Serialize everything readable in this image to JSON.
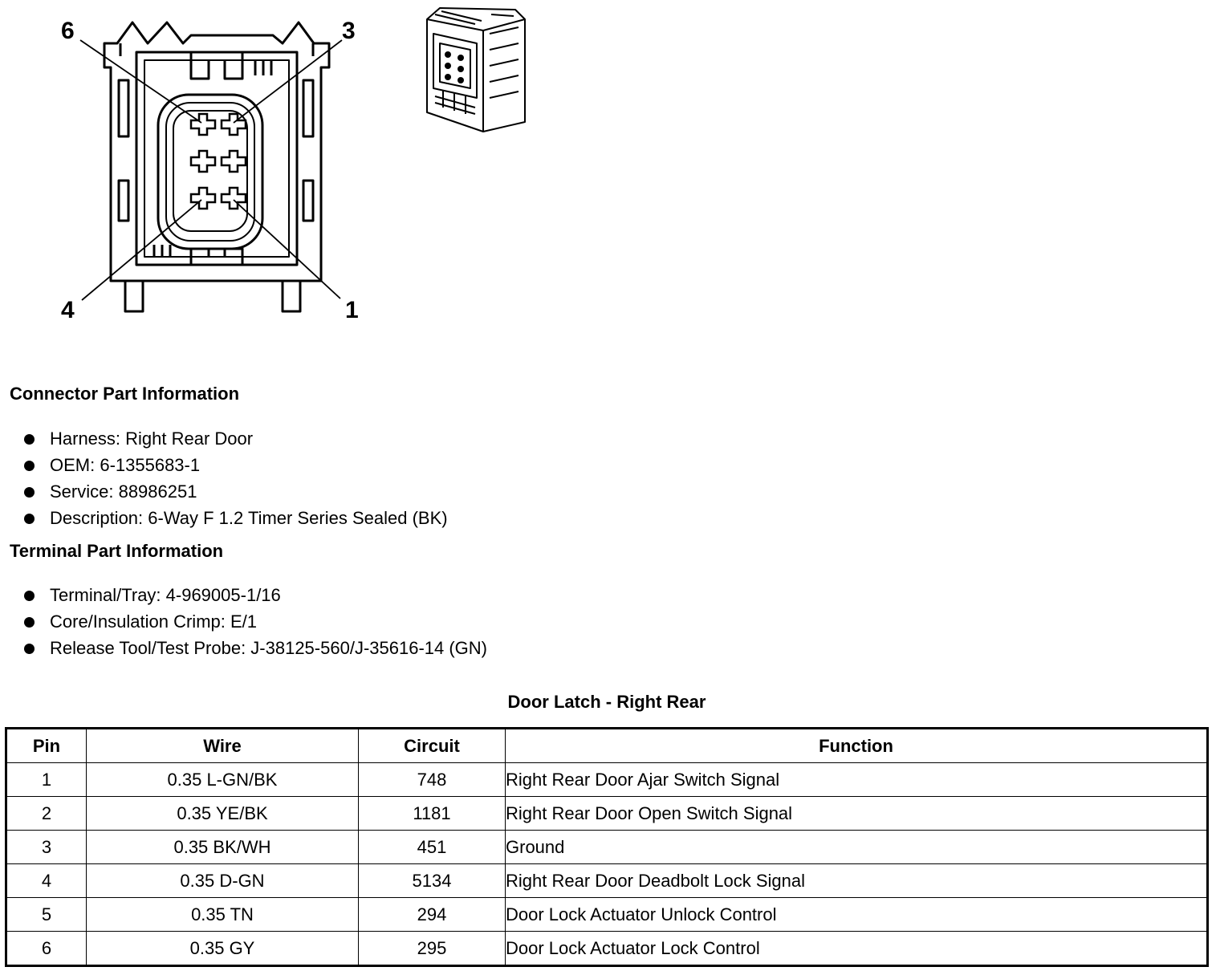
{
  "diagram": {
    "callouts": [
      "6",
      "3",
      "4",
      "1"
    ]
  },
  "connector_info": {
    "heading": "Connector Part Information",
    "items": [
      "Harness: Right Rear Door",
      "OEM: 6-1355683-1",
      "Service: 88986251",
      "Description: 6-Way F 1.2 Timer Series Sealed (BK)"
    ]
  },
  "terminal_info": {
    "heading": "Terminal Part Information",
    "items": [
      "Terminal/Tray: 4-969005-1/16",
      "Core/Insulation Crimp: E/1",
      "Release Tool/Test Probe: J-38125-560/J-35616-14 (GN)"
    ]
  },
  "pin_table": {
    "title": "Door Latch - Right Rear",
    "headers": [
      "Pin",
      "Wire",
      "Circuit",
      "Function"
    ],
    "rows": [
      [
        "1",
        "0.35 L-GN/BK",
        "748",
        "Right Rear Door Ajar Switch Signal"
      ],
      [
        "2",
        "0.35 YE/BK",
        "1181",
        "Right Rear Door Open Switch Signal"
      ],
      [
        "3",
        "0.35 BK/WH",
        "451",
        "Ground"
      ],
      [
        "4",
        "0.35 D-GN",
        "5134",
        "Right Rear Door Deadbolt Lock Signal"
      ],
      [
        "5",
        "0.35 TN",
        "294",
        "Door Lock Actuator Unlock Control"
      ],
      [
        "6",
        "0.35 GY",
        "295",
        "Door Lock Actuator Lock Control"
      ]
    ]
  }
}
